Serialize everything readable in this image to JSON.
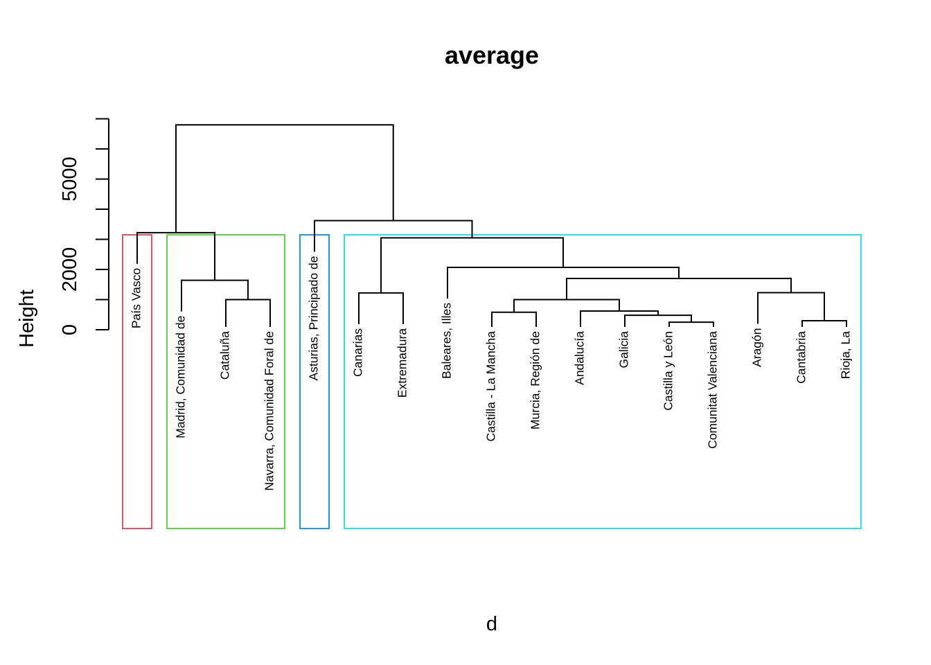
{
  "chart_data": {
    "type": "dendrogram",
    "title": "average",
    "xlabel": "d",
    "ylabel": "Height",
    "y_ticks": [
      0,
      1000,
      2000,
      3000,
      4000,
      5000,
      6000,
      7000
    ],
    "y_tick_labels": [
      "0",
      "",
      "2000",
      "",
      "",
      "5000",
      "",
      ""
    ],
    "ylim": [
      0,
      7000
    ],
    "leaves": [
      "País Vasco",
      "Madrid, Comunidad de",
      "Cataluña",
      "Navarra, Comunidad Foral de",
      "Asturias, Principado de",
      "Canarias",
      "Extremadura",
      "Baleares, Illes",
      "Castilla - La Mancha",
      "Murcia, Región de",
      "Andalucía",
      "Galicia",
      "Castilla y León",
      "Comunitat Valenciana",
      "Aragón",
      "Cantabria",
      "Rioja, La"
    ],
    "merges": [
      {
        "left": "Castilla y León",
        "right": "Comunitat Valenciana",
        "height": 250
      },
      {
        "left": "Cantabria",
        "right": "Rioja, La",
        "height": 300
      },
      {
        "left": "Galicia",
        "right": "m1",
        "height": 480
      },
      {
        "left": "m3",
        "right": "Andalucía",
        "height": 620
      },
      {
        "left": "Castilla - La Mancha",
        "right": "Murcia, Región de",
        "height": 580
      },
      {
        "left": "Cataluña",
        "right": "Navarra, Comunidad Foral de",
        "height": 1000
      },
      {
        "left": "m5",
        "right": "m4",
        "height": 1000
      },
      {
        "left": "Aragón",
        "right": "m2",
        "height": 1230
      },
      {
        "left": "Canarias",
        "right": "Extremadura",
        "height": 1220
      },
      {
        "left": "Madrid, Comunidad de",
        "right": "m6",
        "height": 1640
      },
      {
        "left": "m7",
        "right": "m8",
        "height": 1700
      },
      {
        "left": "Baleares, Illes",
        "right": "m11",
        "height": 2070
      },
      {
        "left": "m9",
        "right": "m12",
        "height": 3050
      },
      {
        "left": "País Vasco",
        "right": "m10",
        "height": 3220
      },
      {
        "left": "Asturias, Principado de",
        "right": "m13",
        "height": 3620
      },
      {
        "left": "m14",
        "right": "m15",
        "height": 6800
      }
    ],
    "clusters": [
      {
        "members": [
          "País Vasco"
        ],
        "color": "#DF536B"
      },
      {
        "members": [
          "Madrid, Comunidad de",
          "Cataluña",
          "Navarra, Comunidad Foral de"
        ],
        "color": "#61D04F"
      },
      {
        "members": [
          "Asturias, Principado de"
        ],
        "color": "#2297E6"
      },
      {
        "members": [
          "Canarias",
          "Extremadura",
          "Baleares, Illes",
          "Castilla - La Mancha",
          "Murcia, Región de",
          "Andalucía",
          "Galicia",
          "Castilla y León",
          "Comunitat Valenciana",
          "Aragón",
          "Cantabria",
          "Rioja, La"
        ],
        "color": "#28E2E5"
      }
    ],
    "line_color": "#000000"
  }
}
